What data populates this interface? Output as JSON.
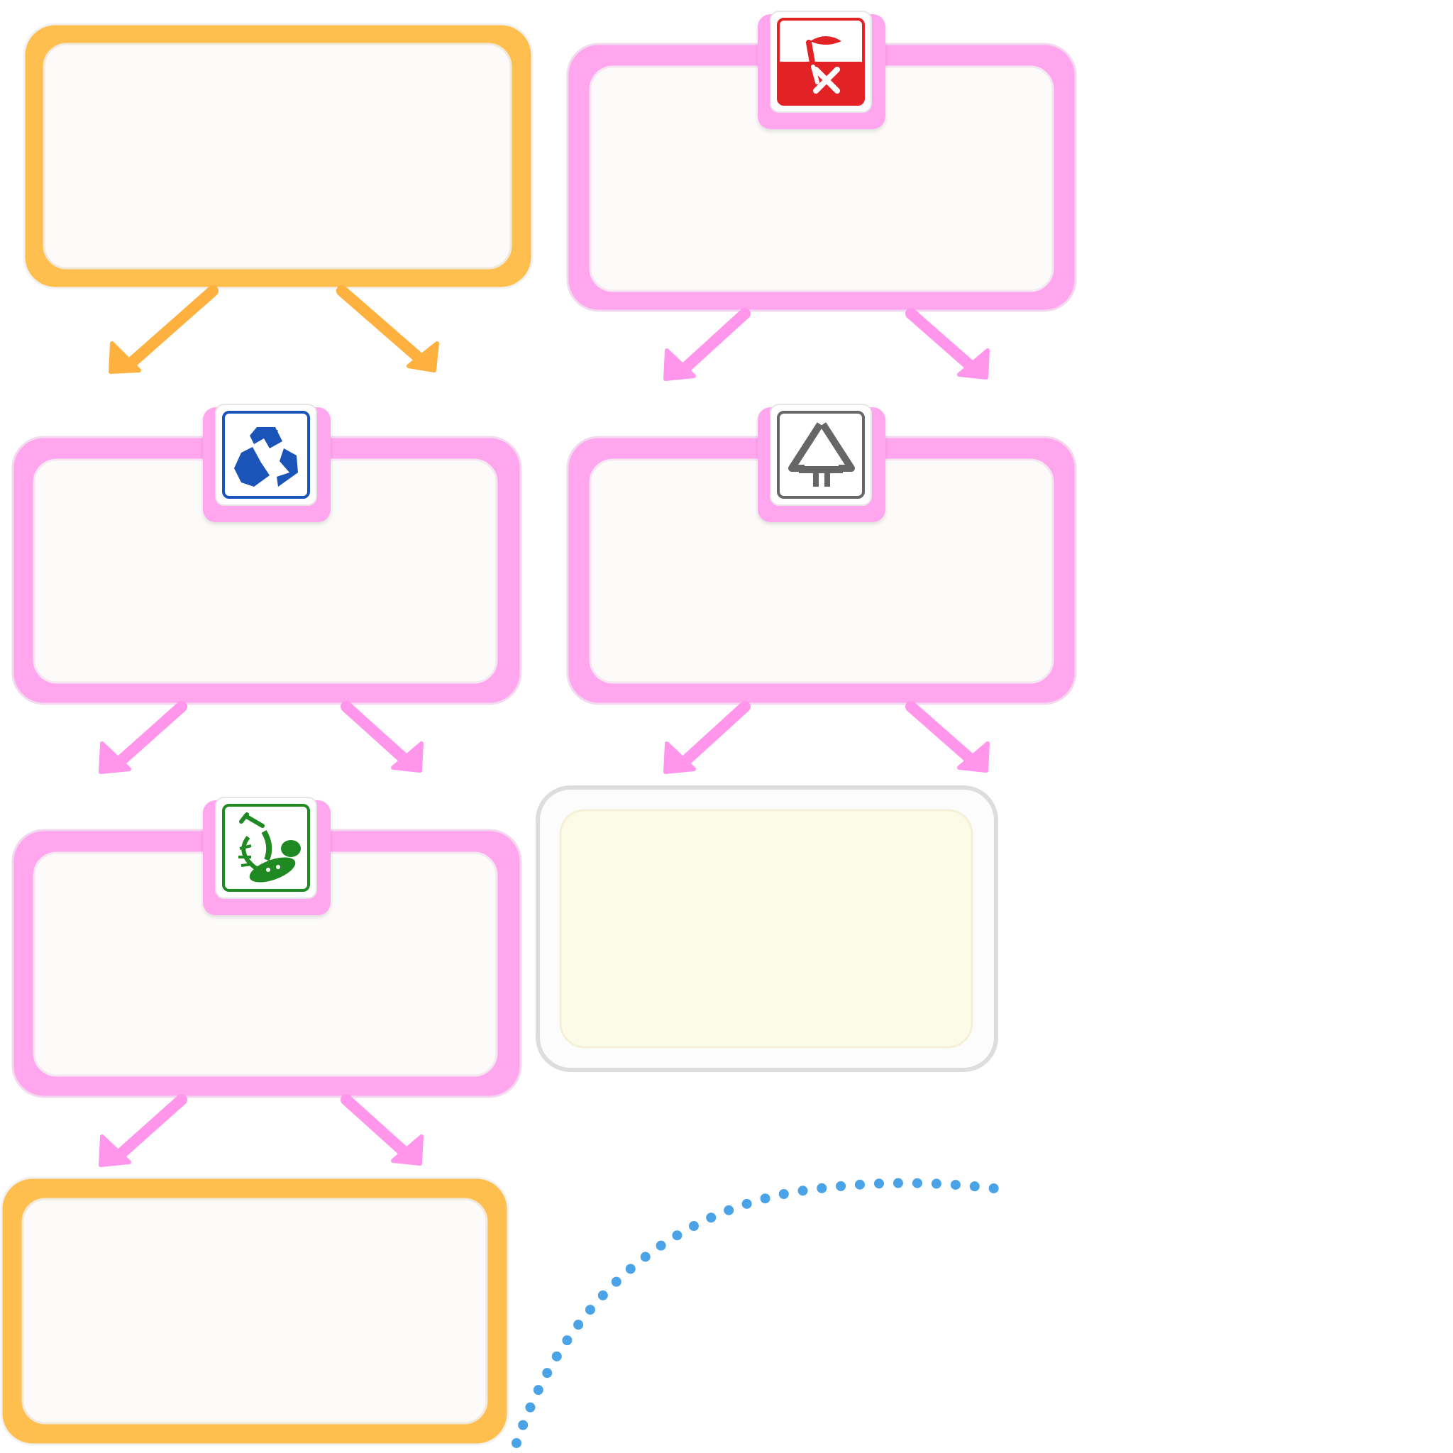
{
  "colors": {
    "orange": "#ffbf4f",
    "orange_light": "#ffd27d",
    "pink": "#ffa6ee",
    "pink_light": "#ffc2f2",
    "panel_fill": "#fcfbfa",
    "gray_frame": "#eeeeee",
    "gray_frame_border": "#dddddd",
    "cream_fill": "#fcfbe7",
    "dotted_curve": "#4aa3e6",
    "icon_red": "#e32226",
    "icon_blue": "#1a54b8",
    "icon_gray": "#666666",
    "icon_green": "#1f8a22"
  },
  "panels": [
    {
      "id": "panel-top-left",
      "style": "orange",
      "icon": null,
      "text": ""
    },
    {
      "id": "panel-hazardous",
      "style": "pink",
      "icon": "hazardous-waste-icon",
      "text": ""
    },
    {
      "id": "panel-recyclable",
      "style": "pink",
      "icon": "recyclable-waste-icon",
      "text": ""
    },
    {
      "id": "panel-other-waste",
      "style": "pink",
      "icon": "other-waste-icon",
      "text": ""
    },
    {
      "id": "panel-food-waste",
      "style": "pink",
      "icon": "food-waste-icon",
      "text": ""
    },
    {
      "id": "panel-cream",
      "style": "gray",
      "icon": null,
      "text": ""
    },
    {
      "id": "panel-bottom-left",
      "style": "orange",
      "icon": null,
      "text": ""
    }
  ],
  "arrows": [
    {
      "from": "panel-top-left",
      "color": "orange"
    },
    {
      "from": "panel-hazardous",
      "color": "pink"
    },
    {
      "from": "panel-recyclable",
      "color": "pink"
    },
    {
      "from": "panel-other-waste",
      "color": "pink"
    },
    {
      "from": "panel-food-waste",
      "color": "pink"
    }
  ],
  "decorations": {
    "dotted_curve": {
      "name": "dotted-curve",
      "color": "#4aa3e6"
    }
  }
}
